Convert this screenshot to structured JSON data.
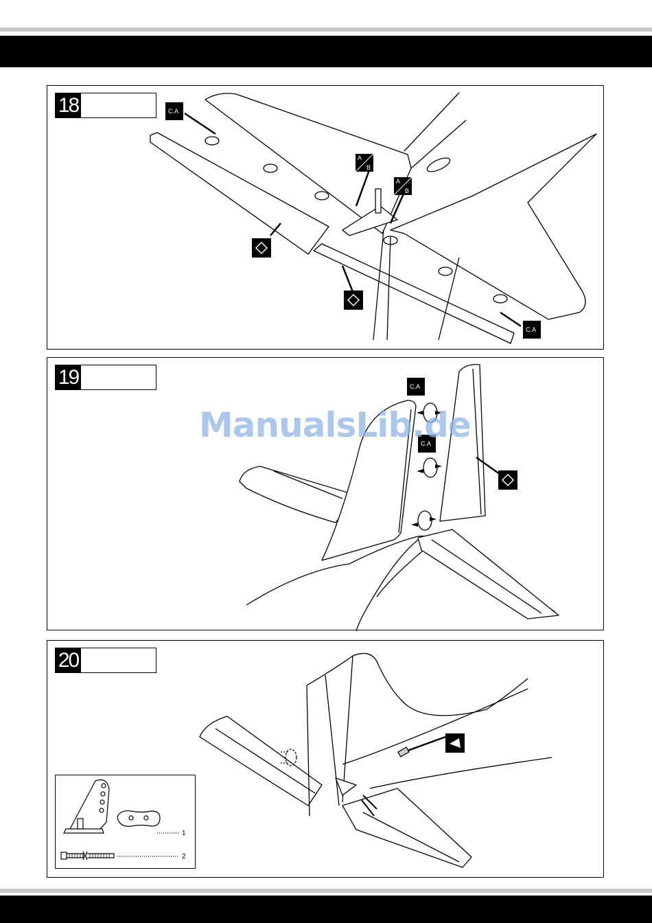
{
  "watermark": "ManualsLib.de",
  "steps": [
    {
      "number": "18"
    },
    {
      "number": "19"
    },
    {
      "number": "20"
    }
  ],
  "icons": {
    "glue": "C.A",
    "epoxy_top": "A",
    "epoxy_bottom": "B"
  },
  "parts": [
    {
      "label": "1"
    },
    {
      "label": "2"
    }
  ]
}
